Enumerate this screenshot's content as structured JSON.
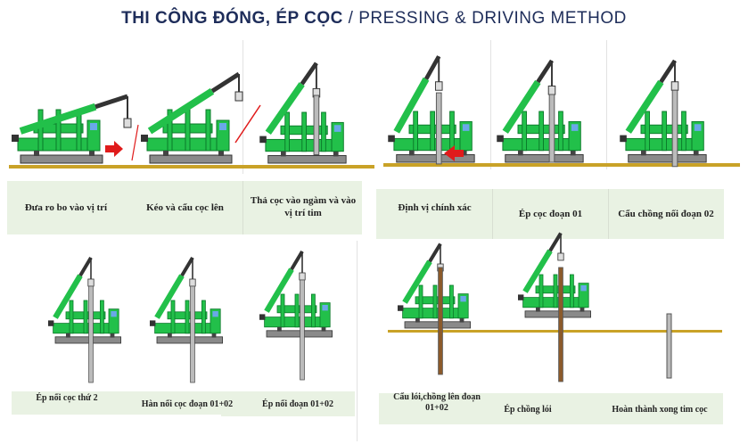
{
  "title": {
    "main": "THI CÔNG ĐÓNG, ÉP CỌC",
    "separator": " / ",
    "sub": "PRESSING & DRIVING METHOD"
  },
  "colors": {
    "title": "#1e2d5a",
    "ground": "#c9a227",
    "crane": "#22c04a",
    "label_bg": "#e9f2e3",
    "arrow": "#e01b1b"
  },
  "steps": [
    {
      "label": "Đưa ro bo vào vị trí"
    },
    {
      "label": "Kéo và cẩu cọc lên"
    },
    {
      "label": "Thả cọc vào ngàm và vào vị trí tim"
    },
    {
      "label": "Định vị chính xác"
    },
    {
      "label": "Ép cọc đoạn 01"
    },
    {
      "label": "Cẩu chồng nối đoạn 02"
    },
    {
      "label": "Ép nối cọc thứ 2"
    },
    {
      "label": "Hàn nối cọc đoạn 01+02"
    },
    {
      "label": "Ép nối đoạn 01+02"
    },
    {
      "label": "Cẩu lói,chồng lên đoạn 01+02"
    },
    {
      "label": "Ép chồng lói"
    },
    {
      "label": "Hoàn thành xong tim cọc"
    }
  ]
}
